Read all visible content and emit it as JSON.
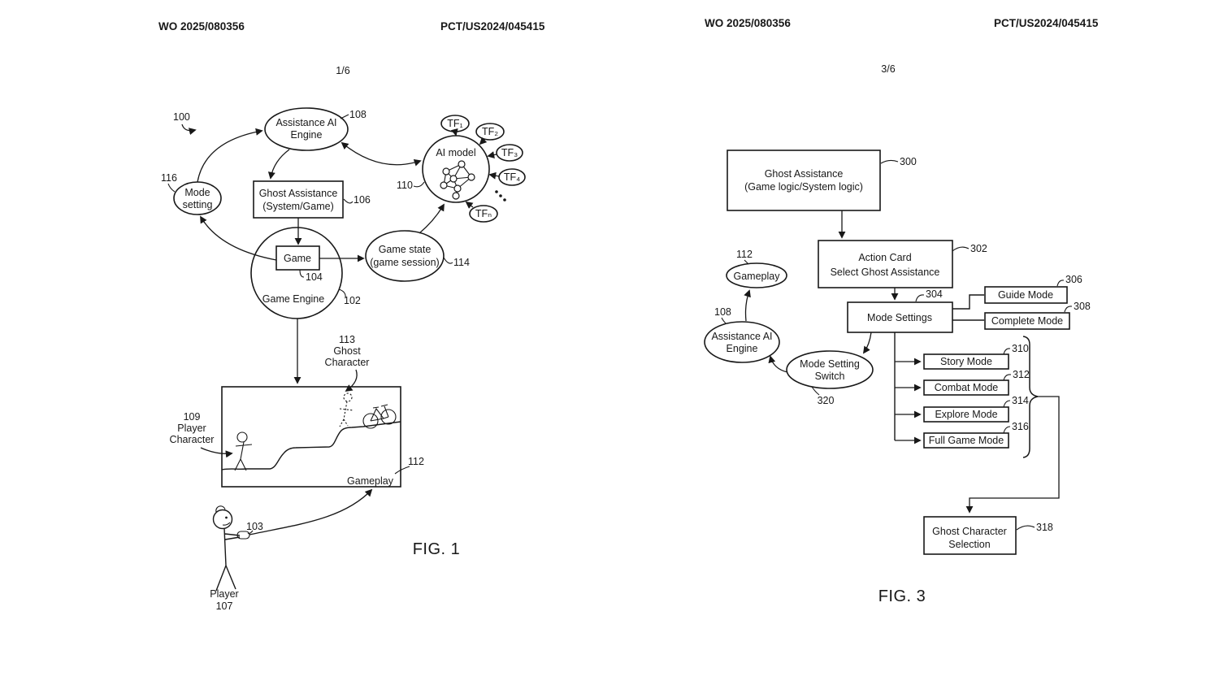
{
  "fig1": {
    "header_left": "WO 2025/080356",
    "header_right": "PCT/US2024/045415",
    "page_number": "1/6",
    "caption": "FIG. 1",
    "ref_overview": "100",
    "assistance_ai_engine": {
      "l1": "Assistance AI",
      "l2": "Engine",
      "ref": "108"
    },
    "mode_setting": {
      "l1": "Mode",
      "l2": "setting",
      "ref": "116"
    },
    "ghost_assistance": {
      "l1": "Ghost Assistance",
      "l2": "(System/Game)",
      "ref": "106"
    },
    "ai_model": {
      "label": "AI model",
      "ref": "110"
    },
    "tf": {
      "t1": "TF₁",
      "t2": "TF₂",
      "t3": "TF₃",
      "t4": "TF₄",
      "tn": "TFₙ"
    },
    "game": {
      "label": "Game",
      "ref": "104"
    },
    "game_engine": {
      "label": "Game Engine",
      "ref": "102"
    },
    "game_state": {
      "l1": "Game state",
      "l2": "(game session)",
      "ref": "114"
    },
    "gameplay_screen": {
      "label": "Gameplay",
      "ref": "112"
    },
    "ghost_character": {
      "ref": "113",
      "l1": "Ghost",
      "l2": "Character"
    },
    "player_character": {
      "ref": "109",
      "l1": "Player",
      "l2": "Character"
    },
    "controller": {
      "ref": "103"
    },
    "player": {
      "label": "Player",
      "ref": "107"
    }
  },
  "fig3": {
    "header_left": "WO 2025/080356",
    "header_right": "PCT/US2024/045415",
    "page_number": "3/6",
    "caption": "FIG. 3",
    "ghost_assistance": {
      "l1": "Ghost Assistance",
      "l2": "(Game logic/System logic)",
      "ref": "300"
    },
    "action_card": {
      "l1": "Action Card",
      "l2": "Select Ghost Assistance",
      "ref": "302"
    },
    "mode_settings": {
      "label": "Mode Settings",
      "ref": "304"
    },
    "guide_mode": {
      "label": "Guide Mode",
      "ref": "306"
    },
    "complete_mode": {
      "label": "Complete Mode",
      "ref": "308"
    },
    "story_mode": {
      "label": "Story Mode",
      "ref": "310"
    },
    "combat_mode": {
      "label": "Combat Mode",
      "ref": "312"
    },
    "explore_mode": {
      "label": "Explore Mode",
      "ref": "314"
    },
    "full_game_mode": {
      "label": "Full Game Mode",
      "ref": "316"
    },
    "ghost_character_selection": {
      "l1": "Ghost Character",
      "l2": "Selection",
      "ref": "318"
    },
    "gameplay": {
      "label": "Gameplay",
      "ref": "112"
    },
    "assistance_ai_engine": {
      "l1": "Assistance AI",
      "l2": "Engine",
      "ref": "108"
    },
    "mode_setting_switch": {
      "l1": "Mode Setting",
      "l2": "Switch",
      "ref": "320"
    }
  }
}
